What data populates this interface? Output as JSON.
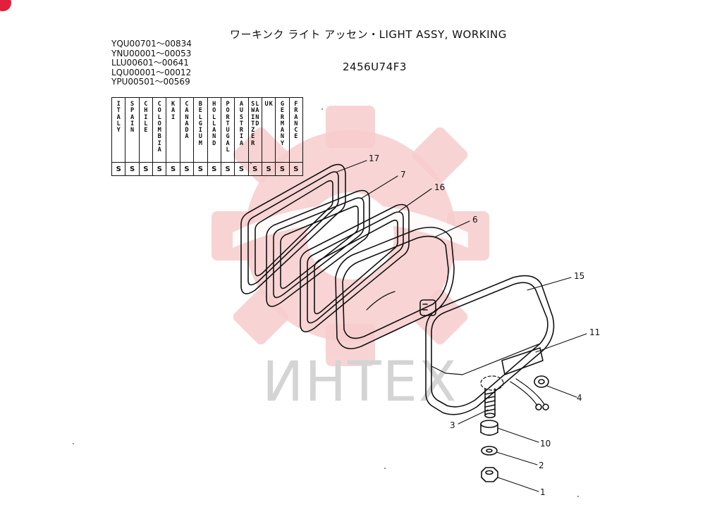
{
  "title": "ワーキンク ライト アッセン・LIGHT ASSY, WORKING",
  "drawing_code": "2456U74F3",
  "serial_ranges": [
    "YQU00701～00834",
    "YNU00001～00053",
    "LLU00601～00641",
    "LQU00001～00012",
    "YPU00501～00569"
  ],
  "countries": [
    {
      "name": "ITALY",
      "mark": "S"
    },
    {
      "name": "SPAIN",
      "mark": "S"
    },
    {
      "name": "CHILE",
      "mark": "S"
    },
    {
      "name": "COLOMBIA",
      "mark": "S"
    },
    {
      "name": "KAI",
      "mark": "S"
    },
    {
      "name": "CANADA",
      "mark": "S"
    },
    {
      "name": "BELGIUM",
      "mark": "S"
    },
    {
      "name": "HOLLAND",
      "mark": "S"
    },
    {
      "name": "PORTUGAL",
      "mark": "S"
    },
    {
      "name": "AUSTRIA",
      "mark": "S"
    },
    {
      "name": "SWITZER LAND",
      "mark": "S"
    },
    {
      "name": "U K",
      "mark": "S"
    },
    {
      "name": "GERMANY",
      "mark": "S"
    },
    {
      "name": "FRANCE",
      "mark": "S"
    }
  ],
  "part_numbers": [
    "17",
    "7",
    "16",
    "6",
    "15",
    "11",
    "4",
    "3",
    "10",
    "2",
    "1"
  ],
  "watermark": "ИНТЕХ",
  "colors": {
    "line": "#111111",
    "watermark_gear": "#f7c9c9",
    "watermark_text": "#d4d4d4",
    "badge": "#e2203b"
  }
}
